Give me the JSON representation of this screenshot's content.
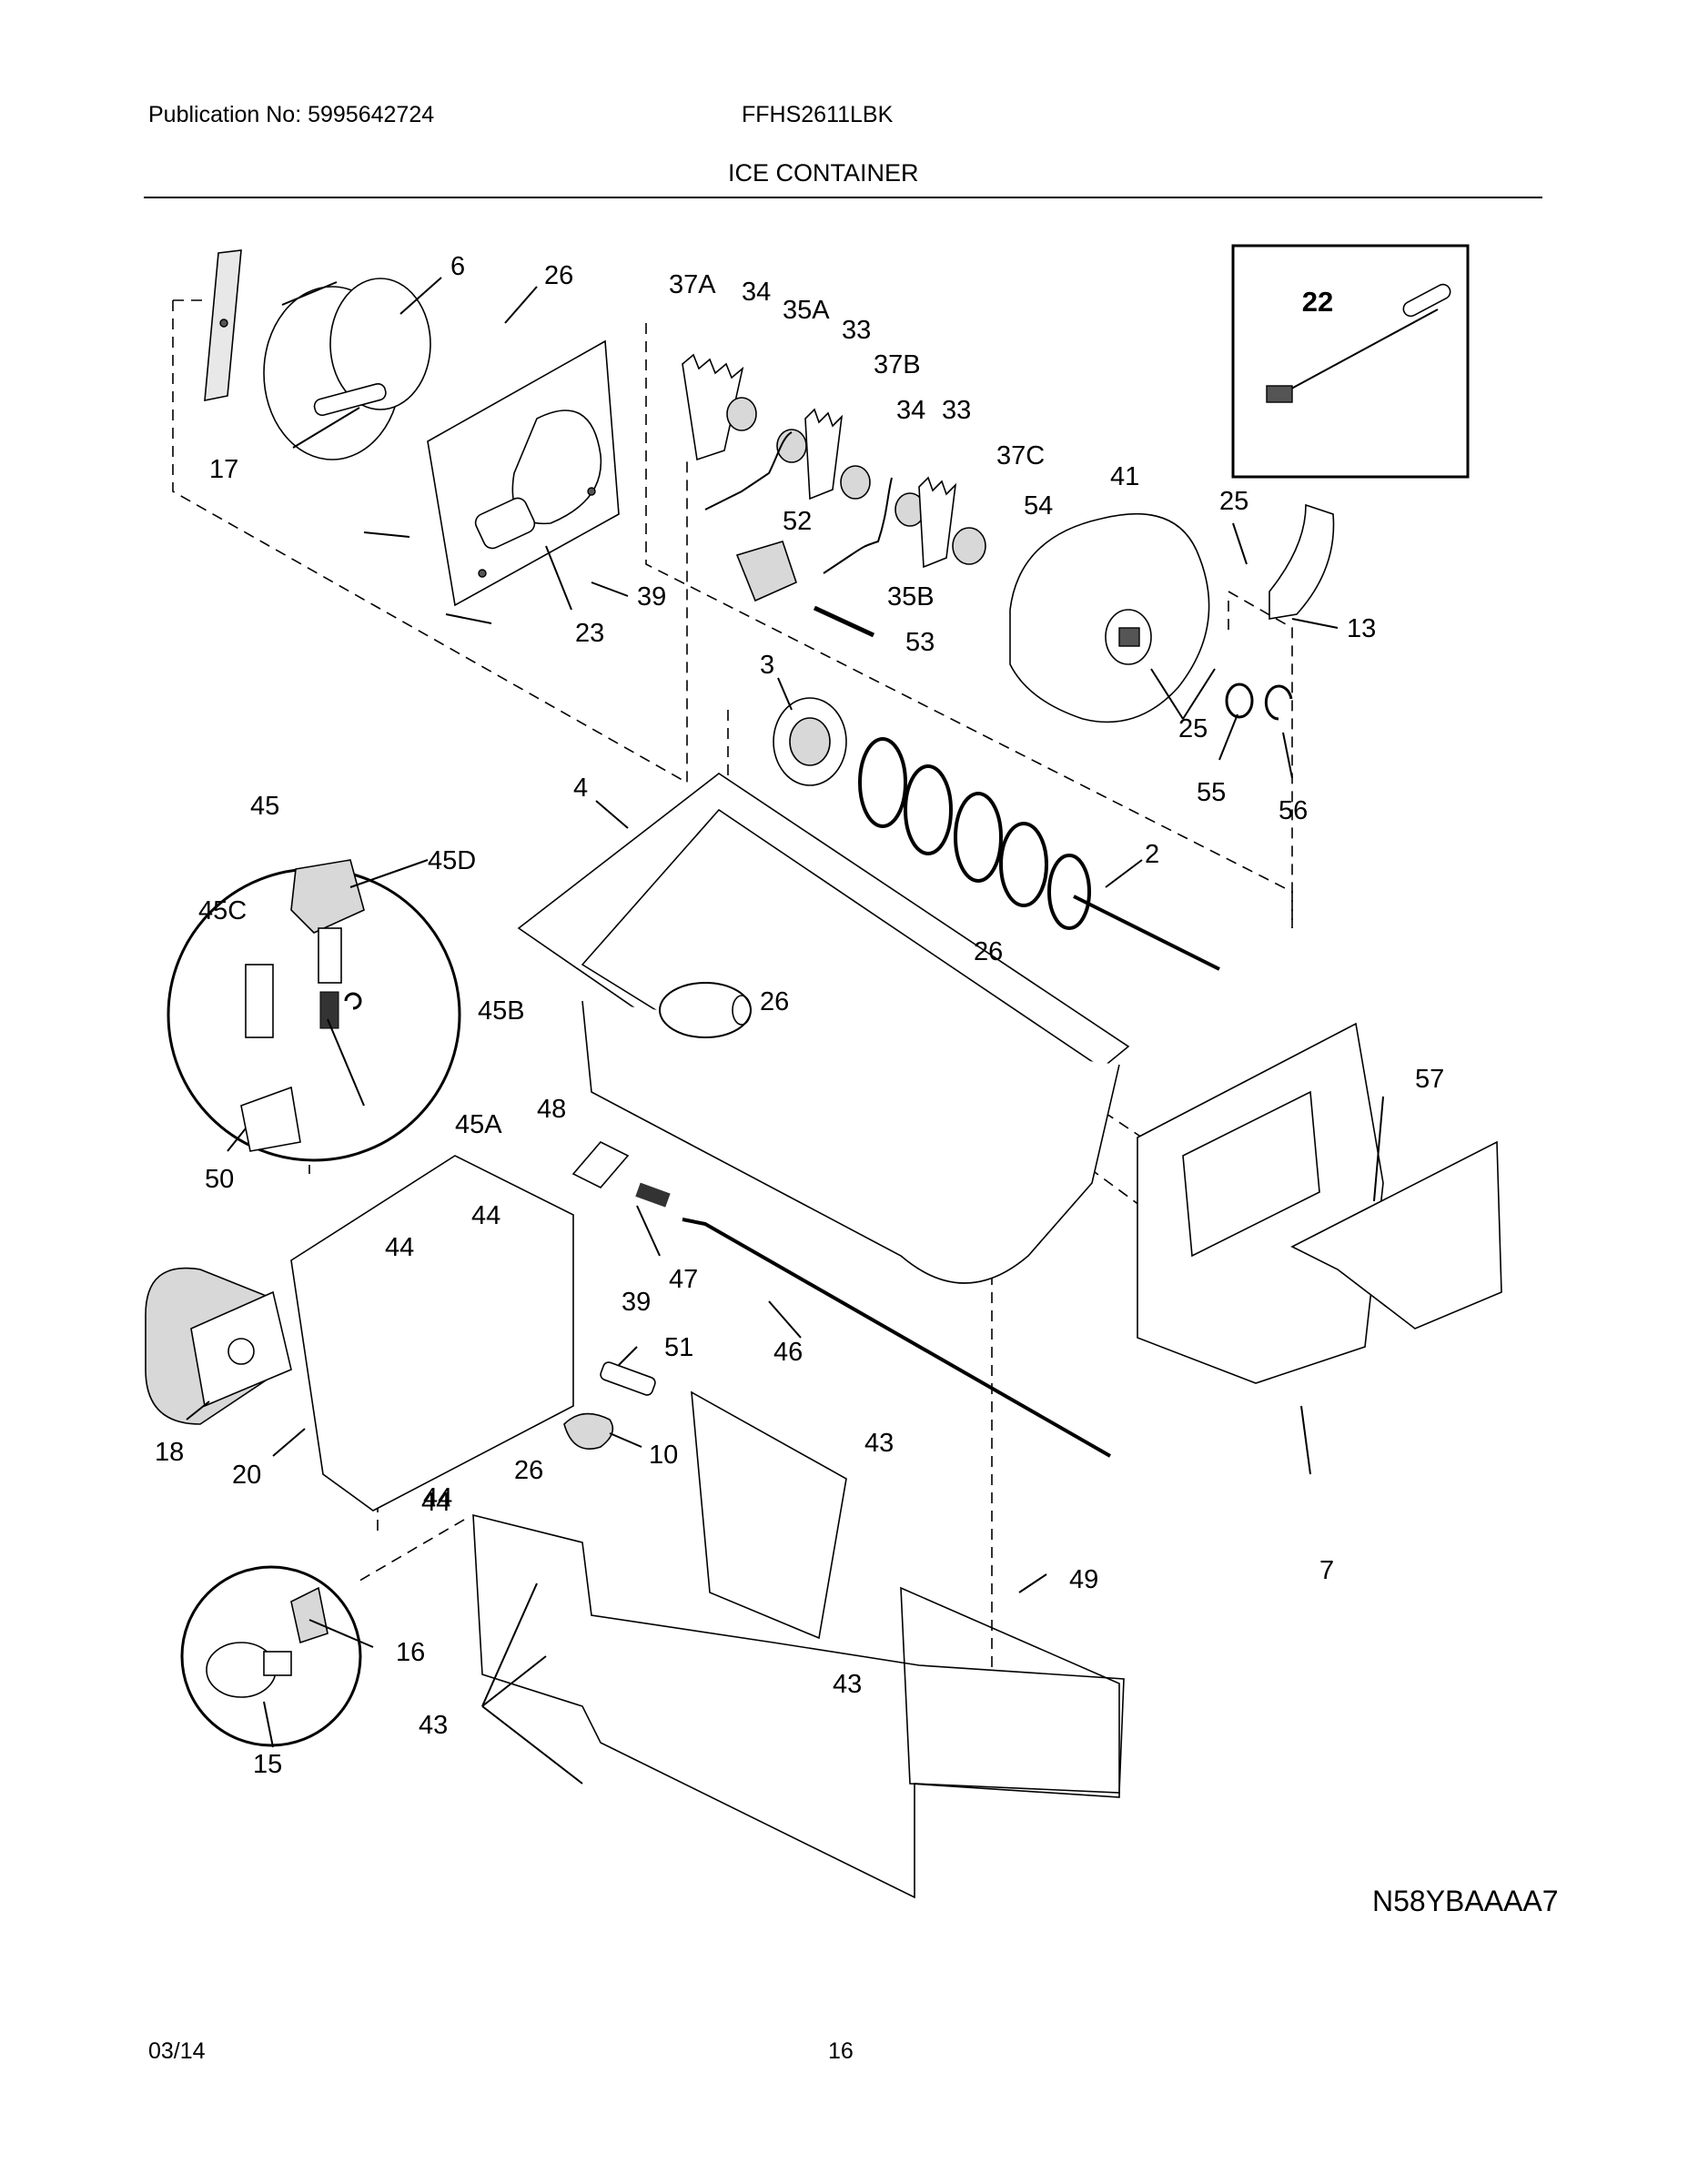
{
  "header": {
    "publication": "Publication No: 5995642724",
    "model": "FFHS2611LBK",
    "title": "ICE CONTAINER"
  },
  "footer": {
    "date": "03/14",
    "page": "16"
  },
  "diagram": {
    "code": "N58YBAAAA7",
    "inset_part": "22",
    "callouts": [
      "17",
      "6",
      "26",
      "23",
      "39",
      "37A",
      "34",
      "35A",
      "33",
      "37B",
      "34",
      "33",
      "37C",
      "52",
      "35B",
      "53",
      "54",
      "41",
      "25",
      "13",
      "25",
      "55",
      "56",
      "3",
      "4",
      "2",
      "26",
      "26",
      "45",
      "45D",
      "45C",
      "45B",
      "45A",
      "50",
      "48",
      "47",
      "39",
      "57",
      "44",
      "44",
      "44",
      "44",
      "18",
      "20",
      "26",
      "51",
      "10",
      "46",
      "43",
      "7",
      "49",
      "43",
      "43",
      "16",
      "15"
    ]
  }
}
